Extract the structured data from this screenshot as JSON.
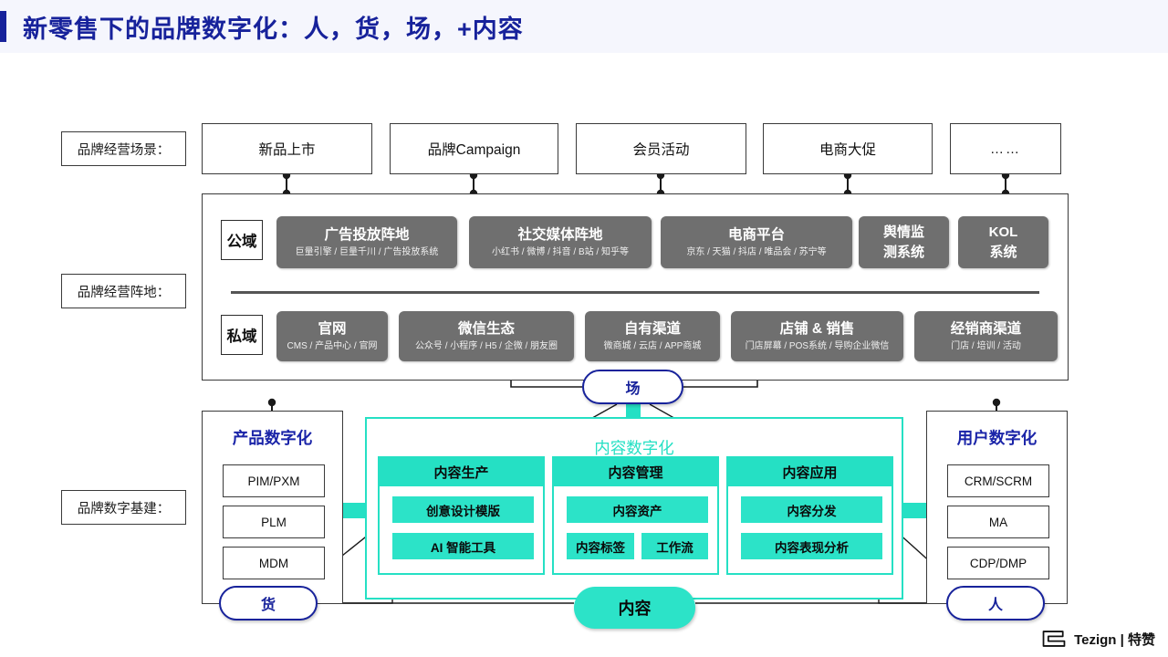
{
  "header": {
    "title": "新零售下的品牌数字化：人，货，场，+内容",
    "accent_color": "#17229b",
    "background_color": "#f5f6fd"
  },
  "row_labels": {
    "scenes": "品牌经营场景：",
    "positions": "品牌经营阵地：",
    "infrastructure": "品牌数字基建："
  },
  "scenes": [
    {
      "label": "新品上市"
    },
    {
      "label": "品牌Campaign"
    },
    {
      "label": "会员活动"
    },
    {
      "label": "电商大促"
    },
    {
      "label": "……"
    }
  ],
  "arena": {
    "public_tag": "公域",
    "private_tag": "私域",
    "public_channels": [
      {
        "title": "广告投放阵地",
        "sub": "巨量引擎 / 巨量千川 / 广告投放系统"
      },
      {
        "title": "社交媒体阵地",
        "sub": "小红书 / 微博 / 抖音 / B站 / 知乎等"
      },
      {
        "title": "电商平台",
        "sub": "京东 / 天猫 / 抖店 / 唯品会 / 苏宁等"
      },
      {
        "title": "舆情监\n测系统",
        "sub": ""
      },
      {
        "title": "KOL\n系统",
        "sub": ""
      }
    ],
    "private_channels": [
      {
        "title": "官网",
        "sub": "CMS / 产品中心 / 官网"
      },
      {
        "title": "微信生态",
        "sub": "公众号 / 小程序 / H5 / 企微 / 朋友圈"
      },
      {
        "title": "自有渠道",
        "sub": "微商城 / 云店 / APP商城"
      },
      {
        "title": "店铺 & 销售",
        "sub": "门店屏幕 / POS系统 / 导购企业微信"
      },
      {
        "title": "经销商渠道",
        "sub": "门店 / 培训 / 活动"
      }
    ],
    "card_color": "#6f6f6f"
  },
  "product_pillar": {
    "title": "产品数字化",
    "systems": [
      "PIM/PXM",
      "PLM",
      "MDM"
    ]
  },
  "user_pillar": {
    "title": "用户数字化",
    "systems": [
      "CRM/SCRM",
      "MA",
      "CDP/DMP"
    ]
  },
  "content_pillar": {
    "title": "内容数字化",
    "accent_color": "#25e0c4",
    "columns": [
      {
        "head": "内容生产",
        "items": [
          [
            "创意设计模版"
          ],
          [
            "AI 智能工具"
          ]
        ]
      },
      {
        "head": "内容管理",
        "items": [
          [
            "内容资产"
          ],
          [
            "内容标签",
            "工作流"
          ]
        ]
      },
      {
        "head": "内容应用",
        "items": [
          [
            "内容分发"
          ],
          [
            "内容表现分析"
          ]
        ]
      }
    ]
  },
  "bubbles": {
    "chang": "场",
    "huo": "货",
    "ren": "人",
    "neirong": "内容"
  },
  "footer": {
    "wordmark": "Tezign | 特赞"
  }
}
